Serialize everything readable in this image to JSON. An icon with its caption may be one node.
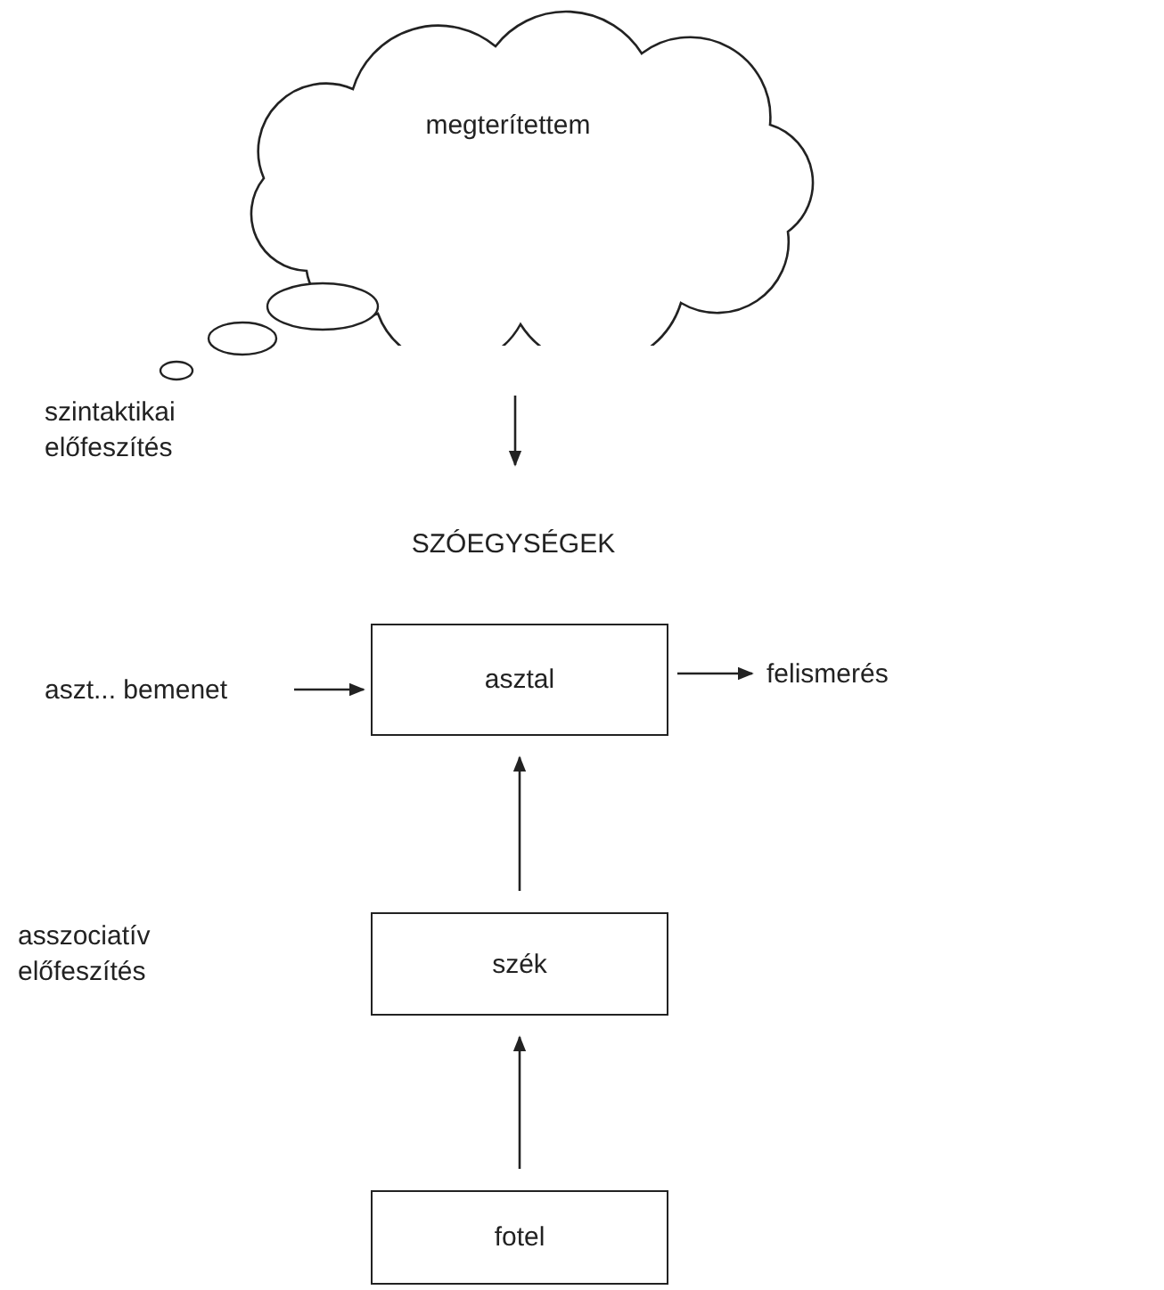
{
  "diagram": {
    "nodes": [
      {
        "text": [
          "megterítettem"
        ]
      },
      {
        "text": [
          "SZÓEGYSÉGEK"
        ]
      },
      {
        "text": [
          "aszt... bemenet"
        ]
      },
      {
        "text": [
          "asztal"
        ]
      },
      {
        "text": [
          "felismerés"
        ]
      },
      {
        "text": [
          "szék"
        ]
      },
      {
        "text": [
          "fotel"
        ]
      }
    ],
    "edges": [
      {
        "from": 0,
        "to": 1,
        "arrow": "to"
      },
      {
        "from": 2,
        "to": 3,
        "arrow": "to"
      },
      {
        "from": 3,
        "to": 4,
        "arrow": "to"
      },
      {
        "from": 5,
        "to": 3,
        "arrow": "to"
      },
      {
        "from": 6,
        "to": 5,
        "arrow": "to"
      }
    ],
    "labels": [
      "szintaktikai előfeszítés",
      "asszociatív előfeszítés"
    ]
  }
}
